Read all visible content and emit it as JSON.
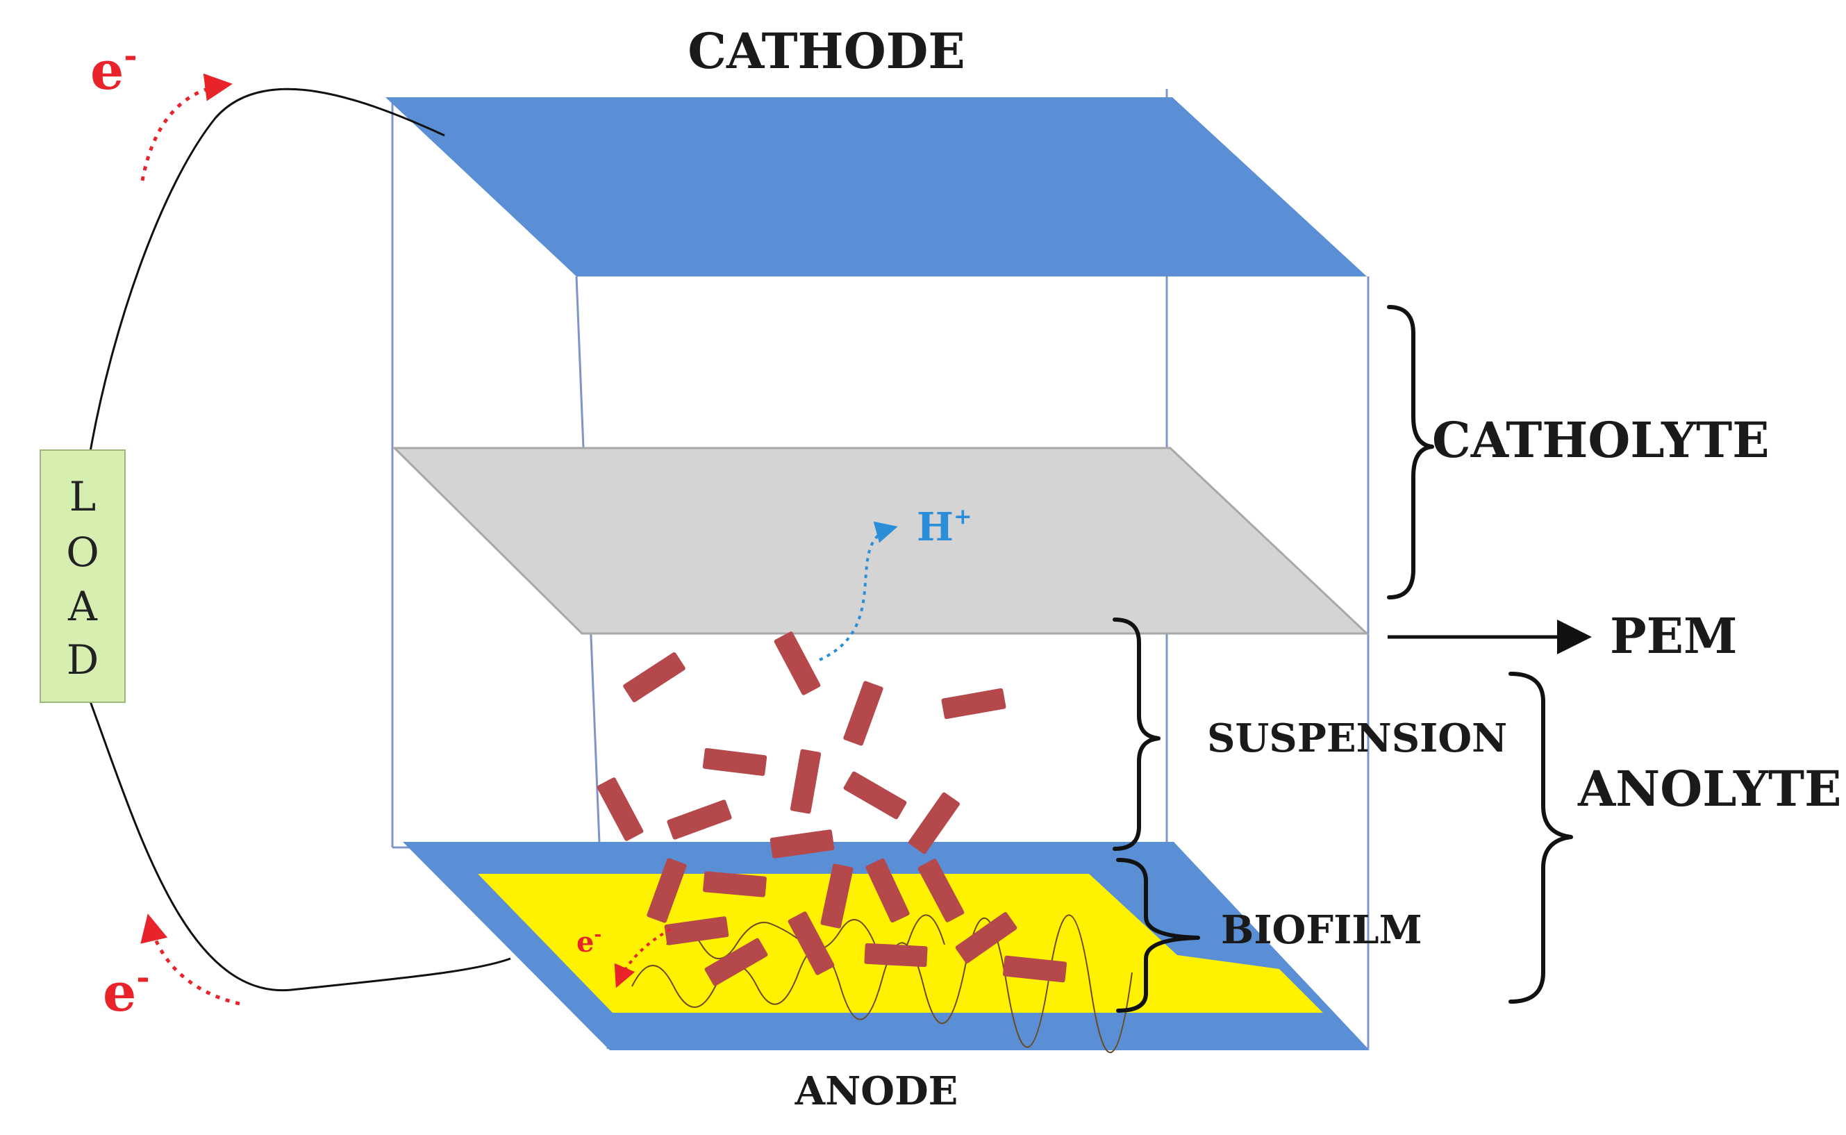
{
  "labels": {
    "cathode": "CATHODE",
    "anode": "ANODE",
    "catholyte": "CATHOLYTE",
    "pem": "PEM",
    "anolyte": "ANOLYTE",
    "suspension": "SUSPENSION",
    "biofilm": "BIOFILM",
    "proton": "H",
    "proton_sup": "+",
    "electron": "e",
    "electron_sup": "-",
    "load_letters": [
      "L",
      "O",
      "A",
      "D"
    ]
  },
  "colors": {
    "electrode": "#5a8fd6",
    "membrane": "#d4d4d4",
    "biofilm": "#fff200",
    "bacteria": "#b5484b",
    "load_box": "#d6efb0",
    "electron_arrow": "#e8232a",
    "proton_arrow": "#2a8fd8"
  }
}
